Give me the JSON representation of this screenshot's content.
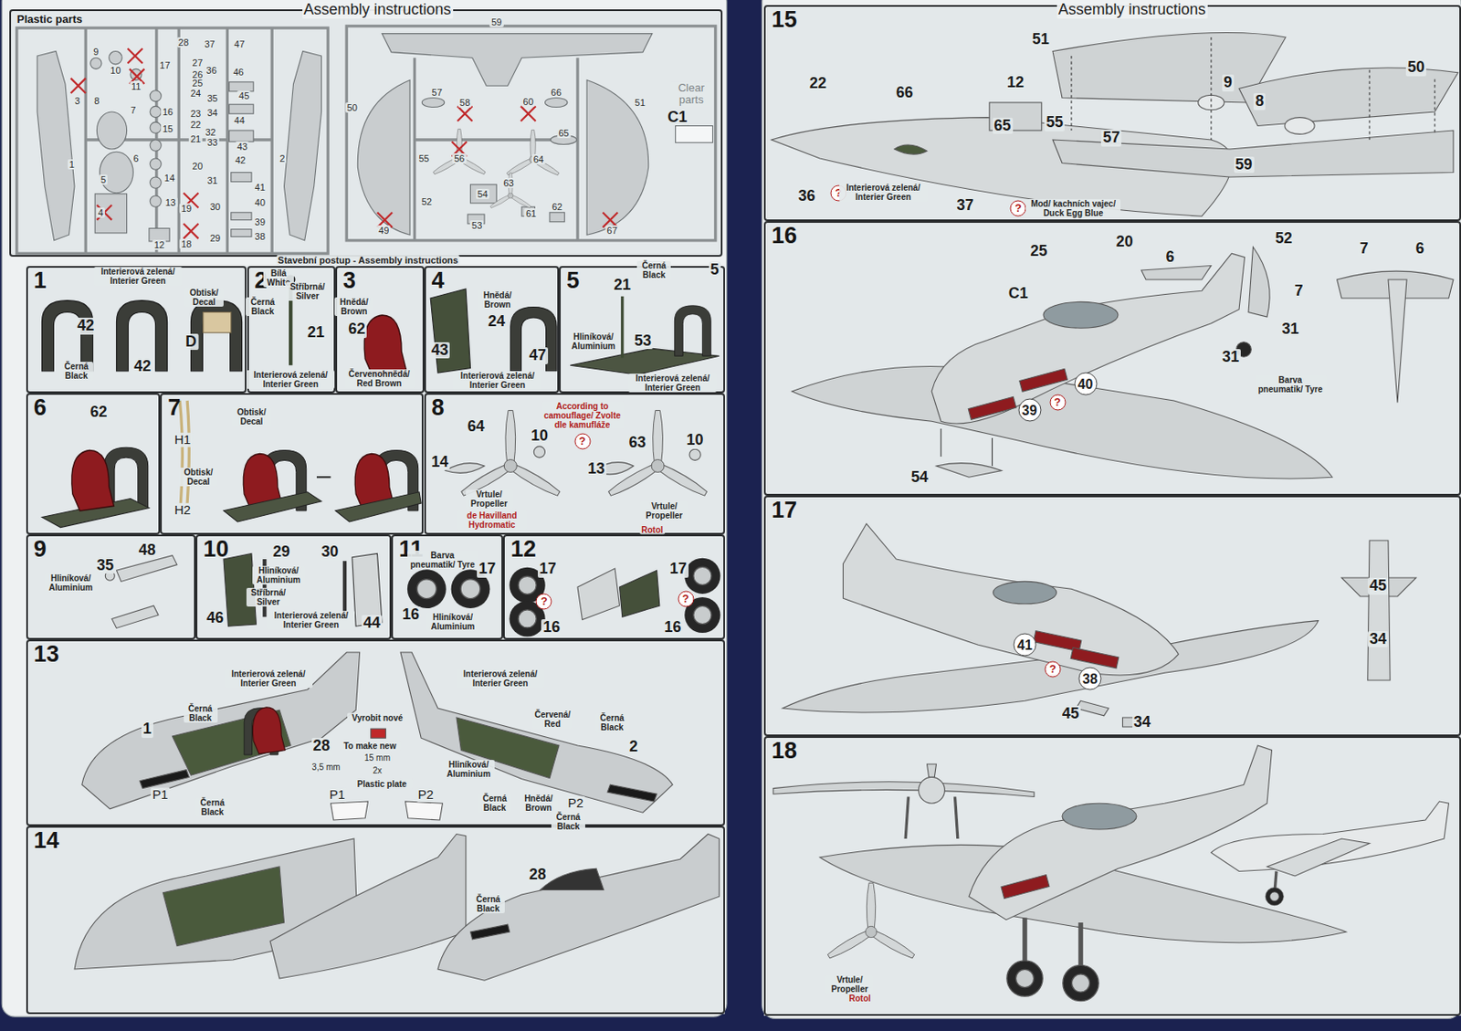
{
  "diagram": {
    "nodes": [
      {
        "text": [
          "Plastic parts"
        ]
      },
      {
        "text": [
          "1"
        ]
      },
      {
        "text": [
          "2"
        ]
      },
      {
        "text": [
          "3"
        ]
      },
      {
        "text": [
          "4"
        ]
      },
      {
        "text": [
          "5"
        ]
      },
      {
        "text": [
          "6"
        ]
      },
      {
        "text": [
          "7"
        ]
      },
      {
        "text": [
          "8"
        ]
      },
      {
        "text": [
          "9"
        ]
      },
      {
        "text": [
          "10"
        ]
      },
      {
        "text": [
          "11"
        ]
      },
      {
        "text": [
          "12"
        ]
      },
      {
        "text": [
          "13"
        ]
      },
      {
        "text": [
          "14"
        ]
      },
      {
        "text": [
          "15"
        ]
      },
      {
        "text": [
          "16"
        ]
      },
      {
        "text": [
          "17"
        ]
      },
      {
        "text": [
          "18"
        ]
      }
    ],
    "labels": [
      "Assembly instructions",
      "9",
      "10",
      "11",
      "3",
      "8",
      "7",
      "1",
      "6",
      "5",
      "4",
      "12",
      "28",
      "37",
      "47",
      "17",
      "27",
      "36",
      "46",
      "26",
      "25",
      "24",
      "35",
      "45",
      "16",
      "23",
      "34",
      "44",
      "22",
      "15",
      "32",
      "21",
      "33",
      "43",
      "42",
      "20",
      "14",
      "31",
      "41",
      "40",
      "13",
      "30",
      "19",
      "39",
      "29",
      "38",
      "18",
      "2",
      "59",
      "57",
      "66",
      "58",
      "60",
      "50",
      "51",
      "65",
      "55",
      "56",
      "64",
      "63",
      "54",
      "52",
      "62",
      "61",
      "53",
      "49",
      "67",
      "Clear parts",
      "C1",
      "Stavební postup - Assembly instructions",
      "Interierová zelená/ Interier Green",
      "Obtisk/ Decal",
      "42",
      "D",
      "Černá Black",
      "42",
      "Bílá White",
      "Stříbrná/ Silver",
      "Černá Black",
      "21",
      "Interierová zelená/ Interier Green",
      "Hnědá/ Brown",
      "62",
      "Červenohnědá/ Red Brown",
      "Hnědá/ Brown",
      "24",
      "43",
      "47",
      "Interierová zelená/ Interier Green",
      "Černá Black",
      "5",
      "21",
      "Hliníková/ Aluminium",
      "53",
      "Interierová zelená/ Interier Green",
      "62",
      "Obtisk/ Decal",
      "H1",
      "Obtisk/ Decal",
      "H2",
      "64",
      "According to camouflage/ Zvolte dle kamufláže",
      "?",
      "10",
      "63",
      "10",
      "14",
      "13",
      "Vrtule/ Propeller",
      "de Havilland Hydromatic",
      "Vrtule/ Propeller",
      "Rotol",
      "48",
      "35",
      "Hliníková/ Aluminium",
      "29",
      "30",
      "Hliníková/ Aluminium",
      "Stříbrná/ Silver",
      "46",
      "Interierová zelená/ Interier Green",
      "44",
      "Barva pneumatik/ Tyre",
      "17",
      "16",
      "Hliníková/ Aluminium",
      "17",
      "17",
      "?",
      "?",
      "16",
      "16",
      "Interierová zelená/ Interier Green",
      "Černá Black",
      "Vyrobit nové",
      "1",
      "To make new",
      "28",
      "15 mm",
      "3,5 mm",
      "2x",
      "Plastic plate",
      "P1",
      "P1",
      "P2",
      "Černá Black",
      "Interierová zelená/ Interier Green",
      "Červená/ Red",
      "Černá Black",
      "2",
      "Hliníková/ Aluminium",
      "Černá Black",
      "Hnědá/ Brown",
      "P2",
      "Černá Black",
      "28",
      "Černá Black",
      "Assembly instructions",
      "51",
      "50",
      "22",
      "12",
      "9",
      "66",
      "8",
      "55",
      "65",
      "57",
      "59",
      "36",
      "?",
      "Interierová zelená/ Interier Green",
      "37",
      "?",
      "Mod/ kachních vajec/ Duck Egg Blue",
      "20",
      "52",
      "25",
      "6",
      "7",
      "6",
      "C1",
      "7",
      "31",
      "31",
      "40",
      "Barva pneumatik/ Tyre",
      "?",
      "39",
      "54",
      "45",
      "34",
      "41",
      "?",
      "38",
      "45",
      "34",
      "Vrtule/ Propeller",
      "Rotol"
    ]
  }
}
